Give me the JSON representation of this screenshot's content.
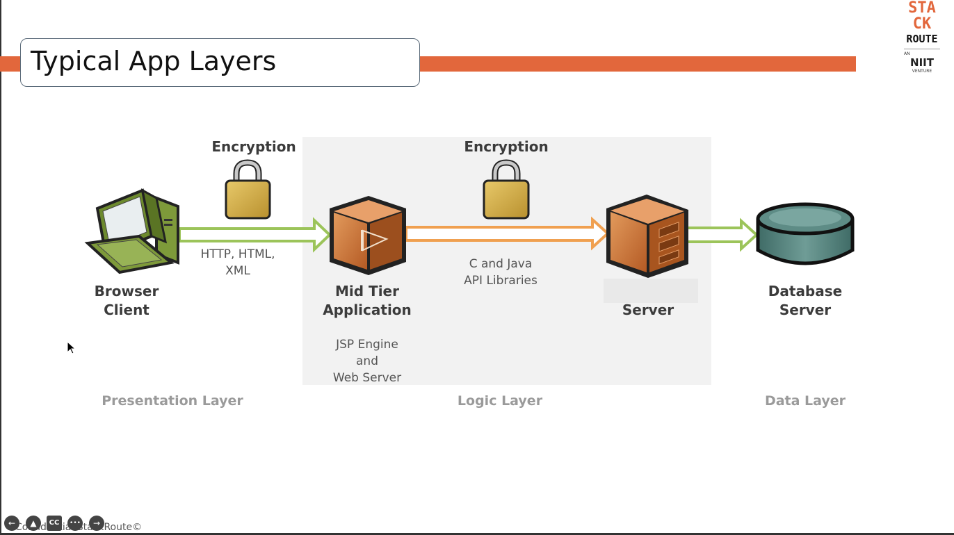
{
  "title": "Typical App Layers",
  "logo": {
    "line1": "STA",
    "line2": "CK",
    "line3": "ROUTE",
    "an": "AN",
    "niit": "NIIT",
    "venture": "VENTURE"
  },
  "diagram": {
    "encryption_left": "Encryption",
    "encryption_right": "Encryption",
    "protocols_line1": "HTTP, HTML,",
    "protocols_line2": "XML",
    "api_line1": "C and Java",
    "api_line2": "API Libraries",
    "nodes": {
      "browser": {
        "line1": "Browser",
        "line2": "Client"
      },
      "midtier": {
        "line1": "Mid Tier",
        "line2": "Application"
      },
      "midtier_sub": {
        "line1": "JSP Engine",
        "line2": "and",
        "line3": "Web Server"
      },
      "server": {
        "line1": "Server"
      },
      "database": {
        "line1": "Database",
        "line2": "Server"
      }
    },
    "layers": {
      "presentation": "Presentation Layer",
      "logic": "Logic Layer",
      "data": "Data Layer"
    }
  },
  "footer": {
    "text": "Confidential StackRoute©"
  },
  "controls": {
    "back": "←",
    "person": "▲",
    "cc": "CC",
    "more": "•••",
    "forward": "→"
  },
  "colors": {
    "accent": "#e2673c",
    "green_arrow": "#9cc45a",
    "orange_arrow": "#f0a050",
    "logic_bg": "#f2f2f2"
  }
}
